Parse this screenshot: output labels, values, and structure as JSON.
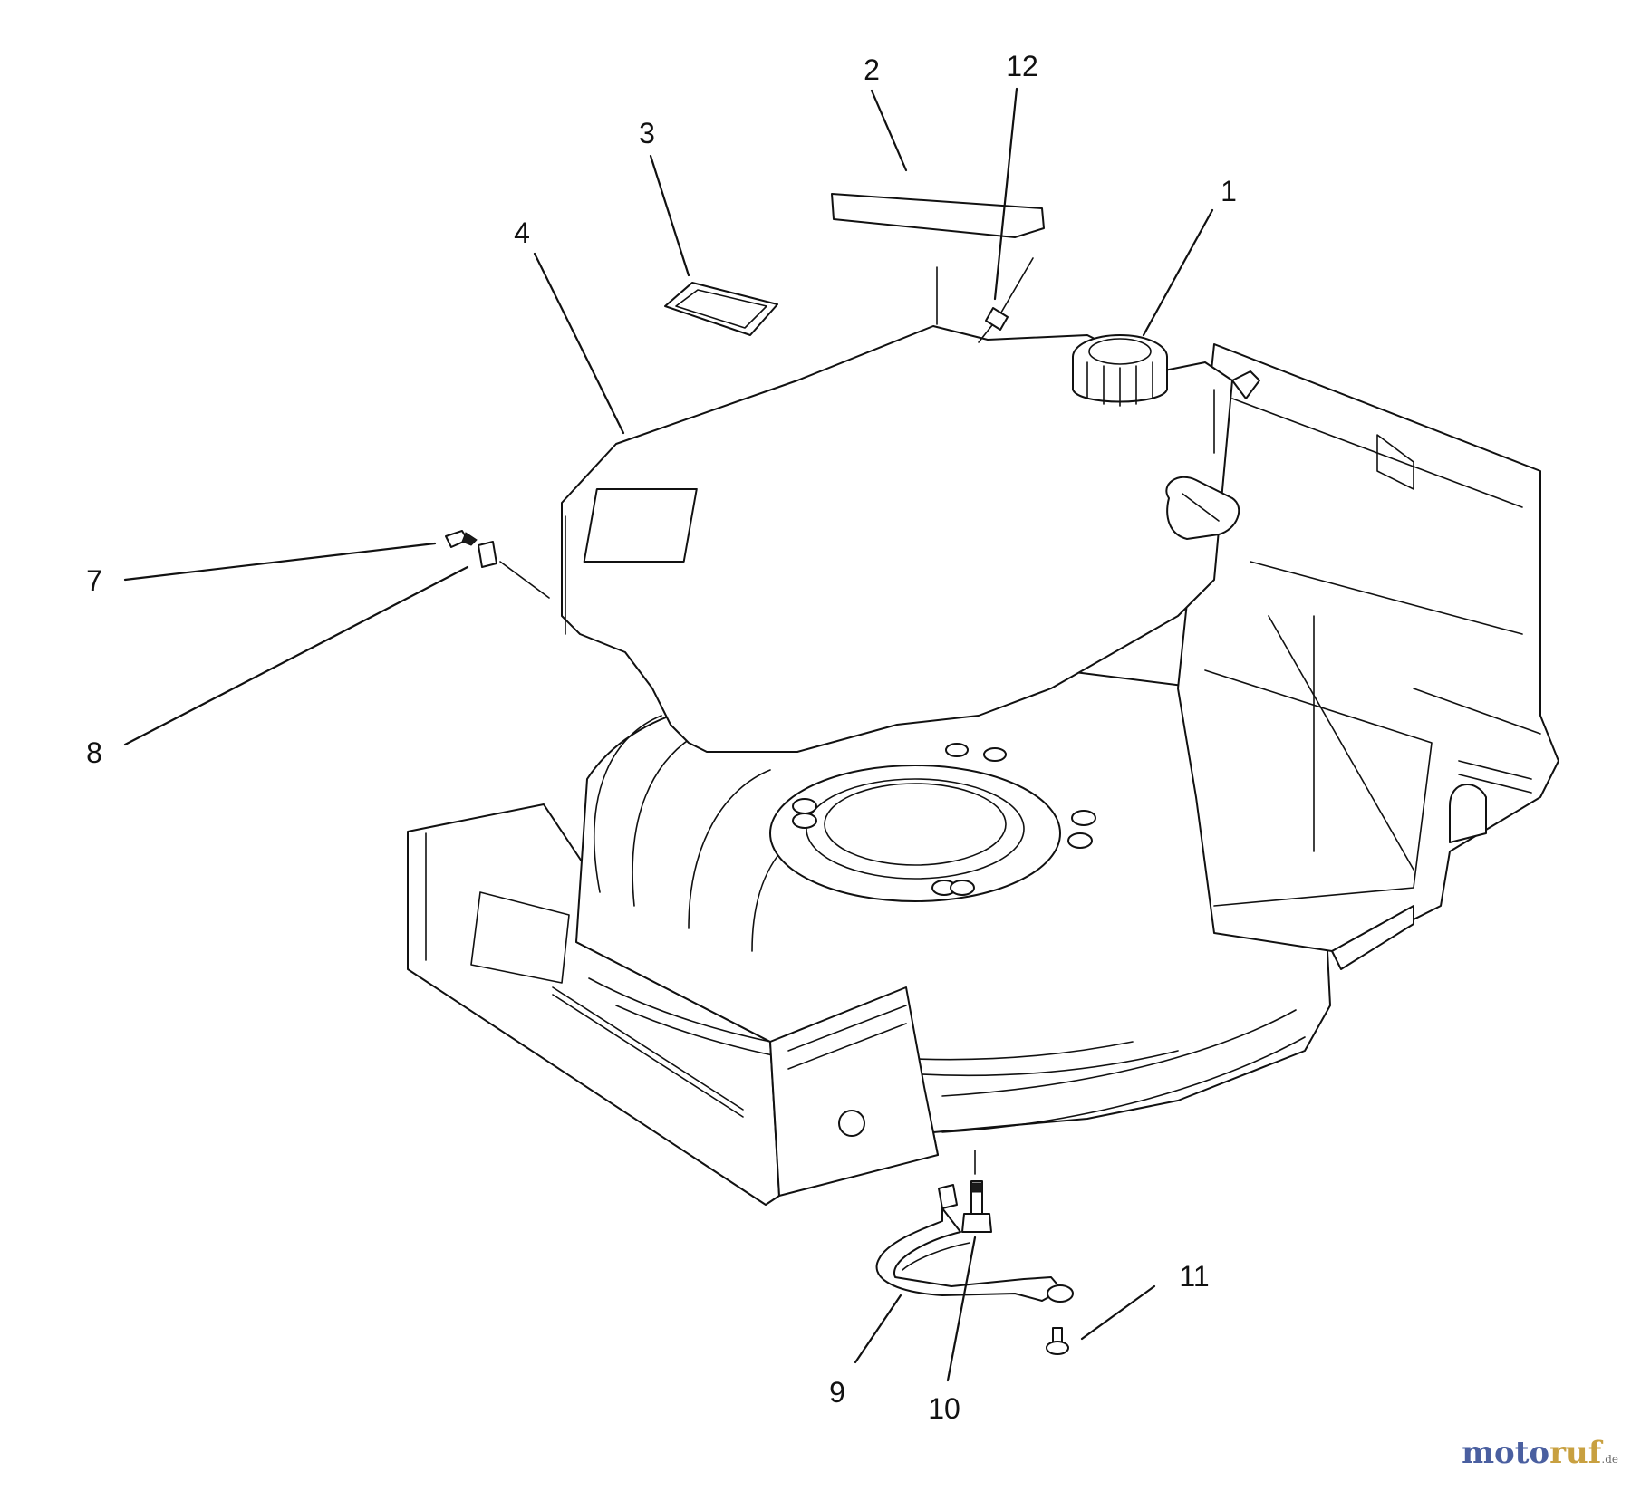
{
  "callouts": {
    "c1": "1",
    "c2": "2",
    "c3": "3",
    "c4": "4",
    "c7": "7",
    "c8": "8",
    "c9": "9",
    "c10": "10",
    "c11": "11",
    "c12": "12"
  },
  "watermark": {
    "brand_part1": "moto",
    "brand_part2": "ruf",
    "suffix": ".de",
    "colors": {
      "part1": "#4a5fa0",
      "part2": "#c8a040"
    }
  }
}
